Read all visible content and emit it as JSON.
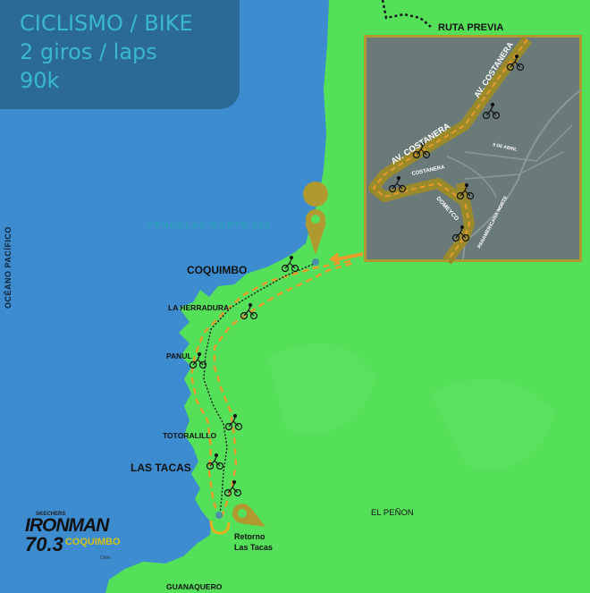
{
  "title": {
    "line1": "CICLISMO / BIKE",
    "line2": "2 giros / laps",
    "line3": "90k"
  },
  "labels": {
    "ocean": "OCÉANO PACÍFICO",
    "penuelas": "PEÑUELAS NORTE 118",
    "coquimbo": "COQUIMBO",
    "la_herradura": "LA HERRADURA",
    "panul": "PANUL",
    "totoralillo": "TOTORALILLO",
    "las_tacas": "LAS TACAS",
    "el_penon": "EL PEÑON",
    "guanaquero": "GUANAQUERO",
    "ruta_previa": "RUTA PREVIA",
    "retorno_line1": "Retorno",
    "retorno_line2": "Las Tacas"
  },
  "inset": {
    "av_costanera_1": "AV. COSTANERA",
    "av_costanera_2": "AV. COSTANERA",
    "costanera": "COSTANERA",
    "dometco": "DOMEYCO",
    "cinco_de_abril": "5 DE ABRIL",
    "panamericana": "PANAMERICANA NORTE"
  },
  "logo": {
    "sponsor": "SKECHERS",
    "brand": "IRONMAN",
    "distance": "70.3",
    "city": "COQUIMBO",
    "country": "Chile"
  },
  "colors": {
    "ocean": "#3c8ccf",
    "land": "#55e05a",
    "title_box": "#2b6a96",
    "title_text": "#39b8cf",
    "route_outline": "#9a8a2a",
    "route_dash": "#e89a2a",
    "marker": "#b09a30",
    "inset_bg": "#6a7a78"
  },
  "icons": [
    "bike-icon",
    "location-pin-icon",
    "u-turn-icon",
    "arrow-icon"
  ]
}
